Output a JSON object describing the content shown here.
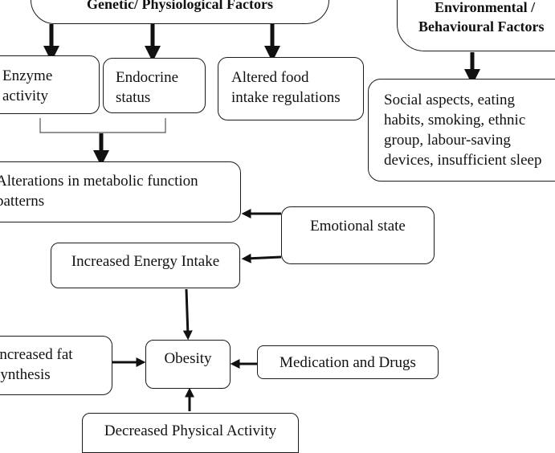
{
  "diagram": {
    "genetic_header": "Genetic/ Physiological Factors",
    "environmental_header_line1": "Environmental /",
    "environmental_header_line2": "Behavioural Factors",
    "enzyme_line1": "Enzyme",
    "enzyme_line2": "activity",
    "endocrine_line1": "Endocrine",
    "endocrine_line2": "status",
    "food_line1": "Altered food",
    "food_line2": "intake regulations",
    "social_line1": "Social aspects, eating",
    "social_line2": "habits, smoking, ethnic",
    "social_line3": "group, labour-saving",
    "social_line4": "devices, insufficient sleep",
    "metabolic_line1": "Alterations in metabolic function",
    "metabolic_line2": "patterns",
    "emotional": "Emotional state",
    "energy": "Increased Energy Intake",
    "fat_line1": "Increased fat",
    "fat_line2": "synthesis",
    "obesity": "Obesity",
    "medication": "Medication and Drugs",
    "physical": "Decreased Physical Activity"
  }
}
